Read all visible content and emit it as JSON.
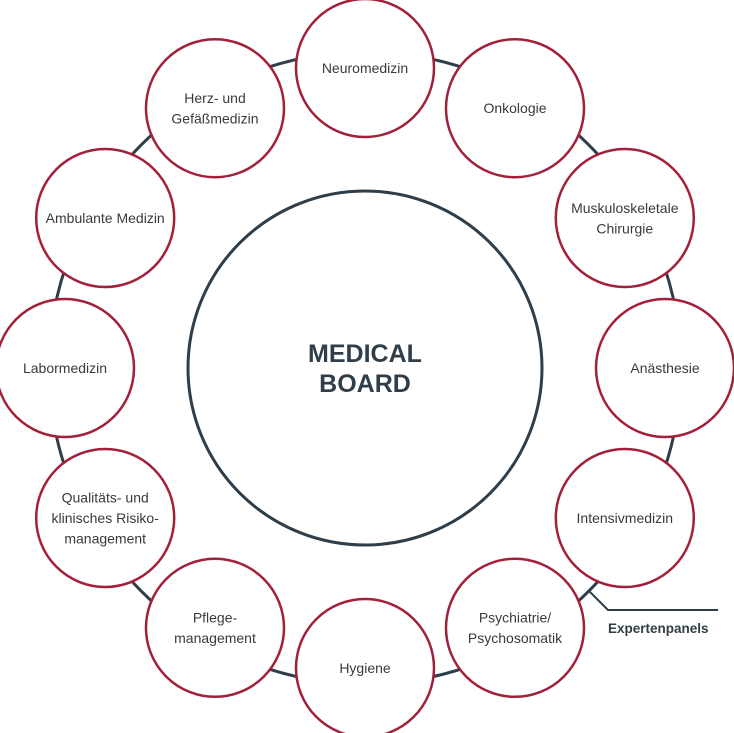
{
  "colors": {
    "ring": "#2f3e48",
    "node_border": "#a3203a",
    "center_text": "#2f3e48",
    "node_text": "#3a3a3a",
    "background": "#ffffff"
  },
  "center": {
    "line1": "MEDICAL",
    "line2": "BOARD"
  },
  "nodes": [
    {
      "id": "neuromedizin",
      "lines": [
        "Neuromedizin"
      ]
    },
    {
      "id": "onkologie",
      "lines": [
        "Onkologie"
      ]
    },
    {
      "id": "muskuloskeletale-chirurgie",
      "lines": [
        "Muskuloskeletale",
        "Chirurgie"
      ]
    },
    {
      "id": "anaesthesie",
      "lines": [
        "Anästhesie"
      ]
    },
    {
      "id": "intensivmedizin",
      "lines": [
        "Intensivmedizin"
      ]
    },
    {
      "id": "psychiatrie",
      "lines": [
        "Psychiatrie/",
        "Psychosomatik"
      ]
    },
    {
      "id": "hygiene",
      "lines": [
        "Hygiene"
      ]
    },
    {
      "id": "pflegemanagement",
      "lines": [
        "Pflege-",
        "management"
      ]
    },
    {
      "id": "qualitaetsmanagement",
      "lines": [
        "Qualitäts- und",
        "klinisches Risiko-",
        "management"
      ]
    },
    {
      "id": "labormedizin",
      "lines": [
        "Labormedizin"
      ]
    },
    {
      "id": "ambulante-medizin",
      "lines": [
        "Ambulante Medizin"
      ]
    },
    {
      "id": "herz-gefaessmedizin",
      "lines": [
        "Herz- und",
        "Gefäßmedizin"
      ]
    }
  ],
  "panel_label": "Expertenpanels"
}
